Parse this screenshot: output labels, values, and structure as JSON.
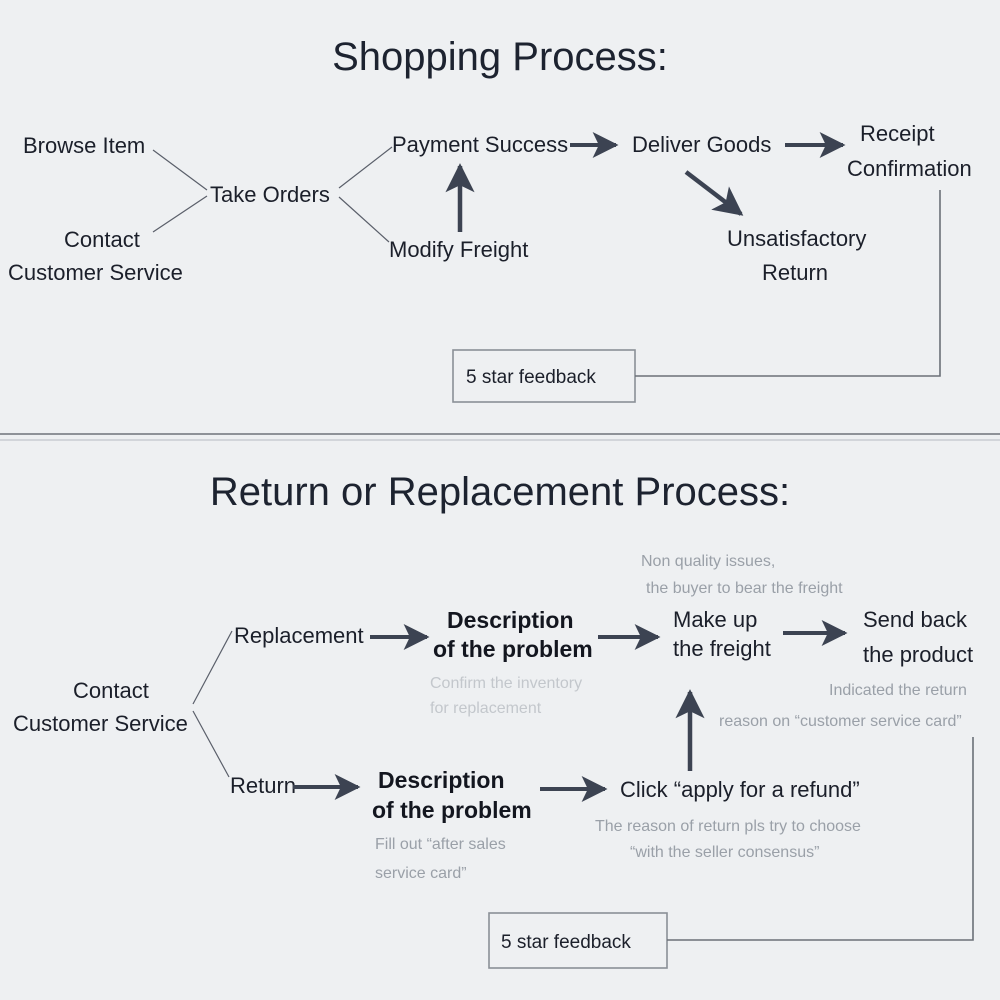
{
  "page": {
    "background": "#eef0f2",
    "title_color": "#1d2330",
    "node_color": "#1b1f2a",
    "annotation_color": "#9aa0a8",
    "annotation_light_color": "#c3c7cc",
    "arrow_color": "#3c4352",
    "line_color": "#5a5f6a"
  },
  "sections": {
    "shopping": {
      "title": "Shopping Process:",
      "nodes": {
        "browse_item": "Browse Item",
        "contact_line1": "Contact",
        "contact_line2": "Customer Service",
        "take_orders": "Take Orders",
        "payment_success": "Payment Success",
        "modify_freight": "Modify Freight",
        "deliver_goods": "Deliver Goods",
        "receipt_line1": "Receipt",
        "receipt_line2": "Confirmation",
        "unsatisfactory_line1": "Unsatisfactory",
        "unsatisfactory_line2": "Return"
      },
      "feedback_box": "5 star feedback"
    },
    "return_replacement": {
      "title": "Return or Replacement Process:",
      "nodes": {
        "contact_line1": "Contact",
        "contact_line2": "Customer Service",
        "replacement": "Replacement",
        "return": "Return",
        "desc_top_line1": "Description",
        "desc_top_line2": "of the problem",
        "desc_bottom_line1": "Description",
        "desc_bottom_line2": "of the problem",
        "make_up_line1": "Make up",
        "make_up_line2": "the freight",
        "send_back_line1": "Send back",
        "send_back_line2": "the product",
        "apply_refund": "Click “apply for a refund”"
      },
      "annotations": {
        "non_quality_line1": "Non quality issues,",
        "non_quality_line2": "the buyer to bear the freight",
        "confirm_inventory_line1": "Confirm the inventory",
        "confirm_inventory_line2": "for replacement",
        "indicated_line1": "Indicated the return",
        "indicated_line2": "reason on “customer service card”",
        "fill_out_line1": "Fill out “after sales",
        "fill_out_line2": "service card”",
        "reason_line1": "The reason of return pls try to choose",
        "reason_line2": "“with the seller consensus”"
      },
      "feedback_box": "5 star feedback"
    }
  }
}
